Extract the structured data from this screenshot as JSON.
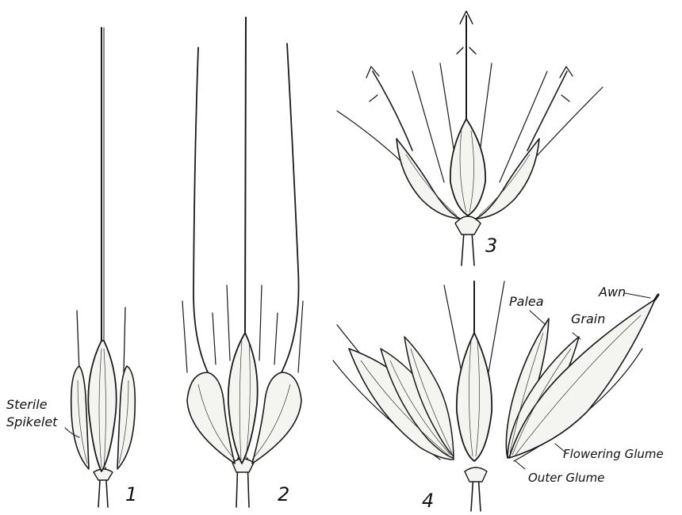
{
  "figures": [
    {
      "number": "1"
    },
    {
      "number": "2"
    },
    {
      "number": "3"
    },
    {
      "number": "4"
    }
  ],
  "labels": {
    "sterile_spikelet_line1": "Sterile",
    "sterile_spikelet_line2": "Spikelet",
    "palea": "Palea",
    "awn": "Awn",
    "grain": "Grain",
    "flowering_glume": "Flowering Glume",
    "outer_glume": "Outer Glume"
  },
  "colors": {
    "ink": "#1a1a1a",
    "paper": "#ffffff",
    "fill": "#f4f4f0"
  }
}
